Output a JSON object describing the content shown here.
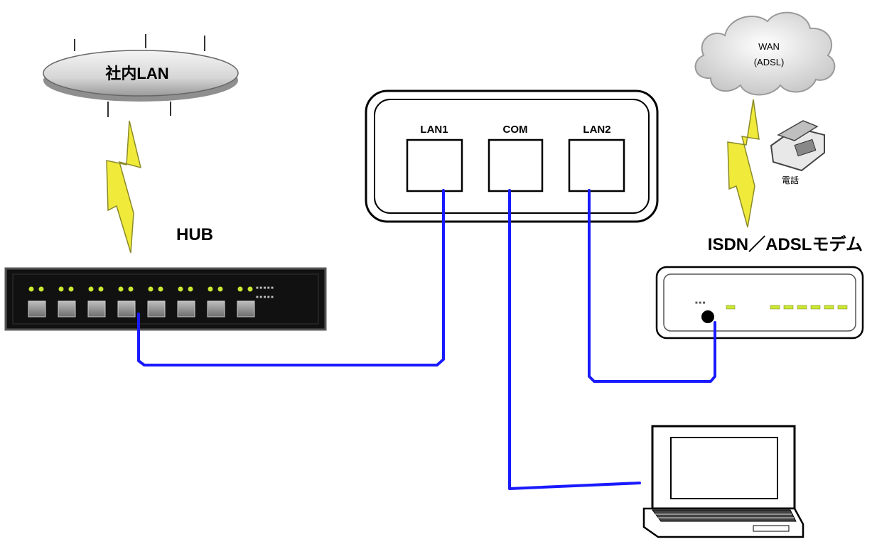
{
  "lan": {
    "label": "社内LAN"
  },
  "hub": {
    "label": "HUB",
    "port_count": 8
  },
  "router": {
    "ports": [
      {
        "label": "LAN1"
      },
      {
        "label": "COM"
      },
      {
        "label": "LAN2"
      }
    ]
  },
  "wan": {
    "line1": "WAN",
    "line2": "(ADSL)"
  },
  "phone": {
    "label": "電話"
  },
  "modem": {
    "label": "ISDN／ADSLモデム",
    "led_count": 6
  },
  "colors": {
    "cable": "#1a1aff",
    "lightning": "#f0ea3a",
    "led": "#c8e832",
    "device_fill": "#111111"
  }
}
